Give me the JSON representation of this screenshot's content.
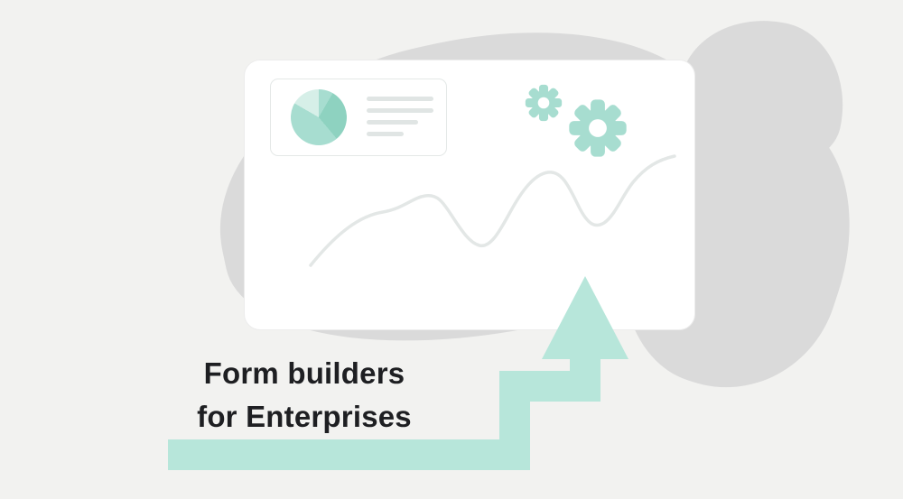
{
  "headline": {
    "line1": "Form builders",
    "line2": "for Enterprises"
  },
  "colors": {
    "background": "#f2f2f0",
    "blob_gray": "#dadada",
    "card_white": "#ffffff",
    "card_border": "#ececec",
    "teal_main": "#a7ddd0",
    "teal_dark": "#8ed2c0",
    "teal_light": "#d6efe8",
    "arrow_teal": "#b7e6da",
    "line_gray": "#e0e5e4",
    "trend_gray": "#e3e7e6",
    "text_dark": "#1e1f22"
  },
  "icons": {
    "pie_chart": "pie-chart-icon",
    "gear_small": "gear-icon",
    "gear_large": "gear-icon",
    "trend_line": "trend-line",
    "growth_arrow": "up-arrow"
  }
}
